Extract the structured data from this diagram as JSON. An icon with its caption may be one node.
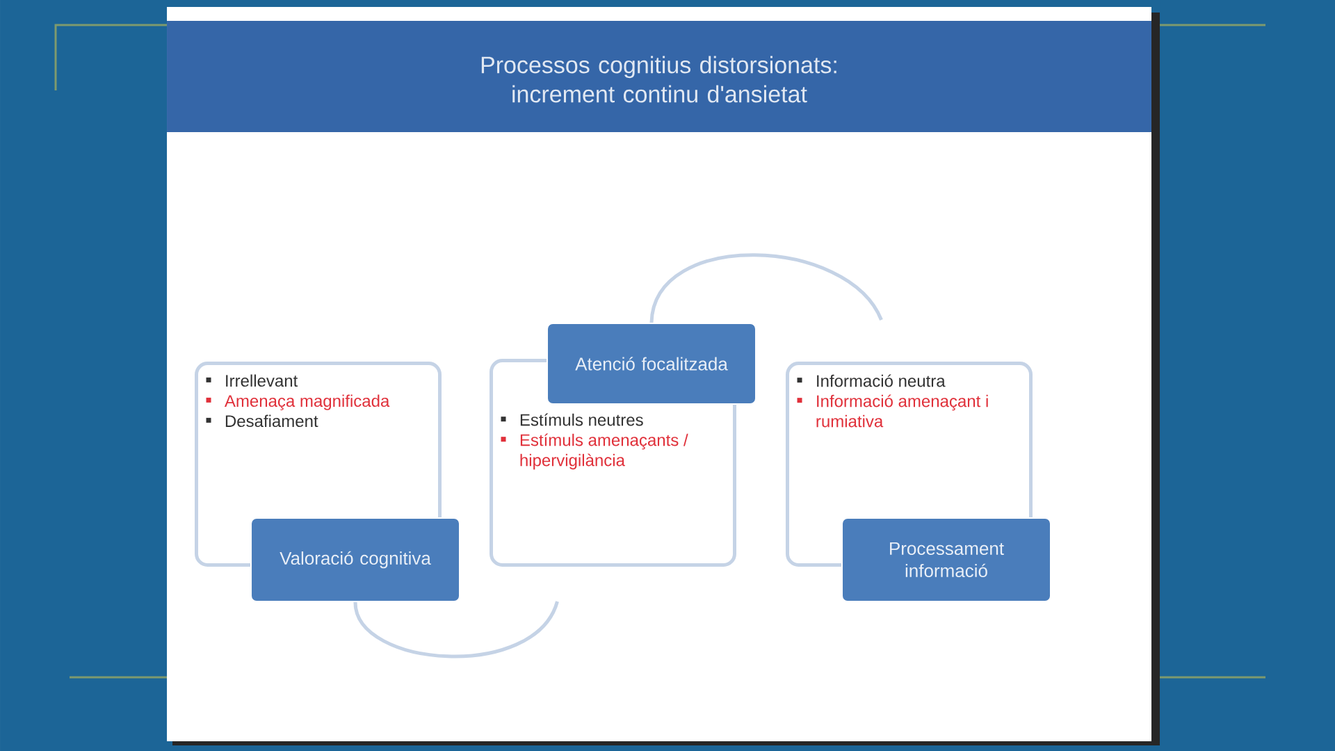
{
  "diagram": {
    "title": "Processos cognitius distorsionats: increment continu d'ansietat",
    "nodes": [
      {
        "text": [
          "Irrellevant",
          "Amenaça magnificada",
          "Desafiament"
        ]
      },
      {
        "text": [
          "Valoració cognitiva"
        ]
      },
      {
        "text": [
          "Estímuls neutres",
          "Estímuls amenaçants / hipervigilància"
        ]
      },
      {
        "text": [
          "Atenció focalitzada"
        ]
      },
      {
        "text": [
          "Informació neutra",
          "Informació amenaçant i rumiativa"
        ]
      },
      {
        "text": [
          "Processament informació"
        ]
      }
    ],
    "edges": [
      {
        "from": 1,
        "to": 2,
        "arrow": "none"
      },
      {
        "from": 3,
        "to": 4,
        "arrow": "none"
      }
    ]
  }
}
